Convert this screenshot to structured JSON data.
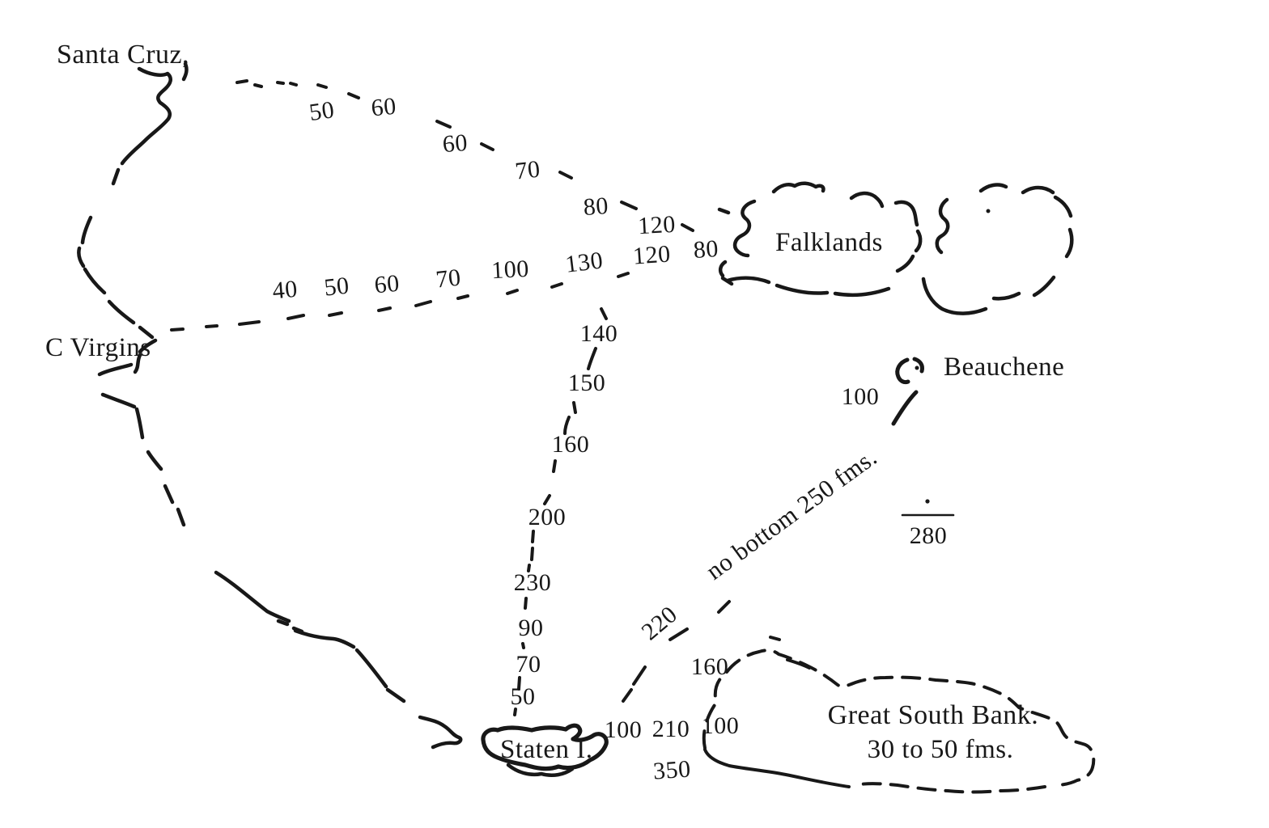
{
  "colors": {
    "ink": "#181818",
    "paper": "#ffffff"
  },
  "places": {
    "santa_cruz": "Santa Cruz,",
    "c_virgins": "C Virgins",
    "falklands": "Falklands",
    "beauchene": "Beauchene",
    "staten_island": "Staten I.",
    "great_south_bank": "Great South Bank.",
    "great_south_bank_depth": "30 to 50 fms."
  },
  "annotations": {
    "no_bottom": "no bottom 250 fms.",
    "deep_sounding": "280"
  },
  "soundings": {
    "upper_line": [
      "50",
      "60",
      "60",
      "70",
      "80",
      "120",
      "80"
    ],
    "middle_line": [
      "40",
      "50",
      "60",
      "70",
      "100",
      "130",
      "120"
    ],
    "south_line": [
      "140",
      "150",
      "160",
      "200",
      "230",
      "90",
      "70",
      "50"
    ],
    "staten_row": [
      "100",
      "210",
      "100",
      "350"
    ],
    "beauchene_line": [
      "220",
      "160",
      "100"
    ]
  }
}
